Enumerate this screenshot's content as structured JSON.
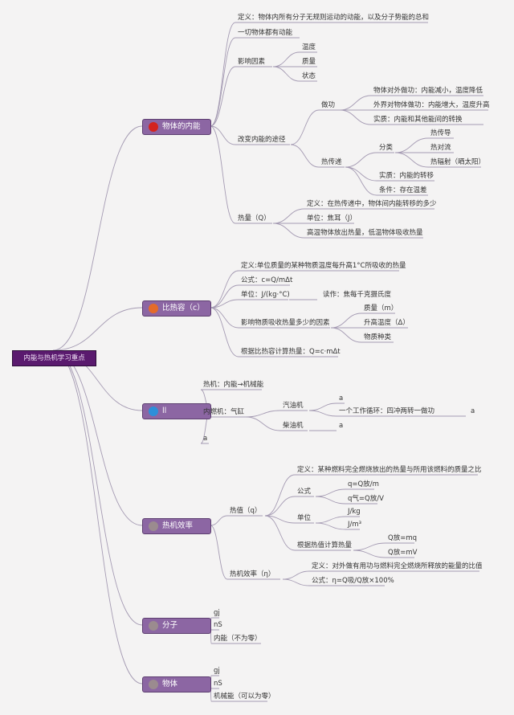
{
  "root": "内能与热机学习重点",
  "colors": {
    "line": "#a59bb3",
    "topic_bg": "#8c66a3",
    "root_bg": "#5a1a6e",
    "icon_red": "#d4241f",
    "icon_orange": "#e46b2a",
    "icon_blue": "#2e8fd9",
    "icon_gray": "#9b8b8f"
  },
  "topics": {
    "neineng": "物体的内能",
    "birerong": "比热容（c）",
    "reji": "ll",
    "xiaolv": "热机效率",
    "fenzi": "分子",
    "wuti": "物体"
  },
  "neineng": {
    "def1": "定义：物体内所有分子无规则运动的动能，以及分子势能的总和",
    "def2": "一切物体都有动能",
    "factors": "影响因素",
    "f_temp": "温度",
    "f_mass": "质量",
    "f_state": "状态",
    "ways": "改变内能的途径",
    "work": "做功",
    "work_out": "物体对外做功：内能减小，温度降低",
    "work_in": "外界对物体做功：内能增大，温度升高",
    "work_essence": "实质：内能和其他能间的转换",
    "transfer": "热传递",
    "classify": "分类",
    "conduction": "热传导",
    "convection": "热对流",
    "radiation": "热辐射（晒太阳）",
    "transfer_essence": "实质：内能的转移",
    "condition": "条件：存在温差",
    "heat": "热量（Q）",
    "heat_def": "定义：在热传递中，物体间内能转移的多少",
    "heat_unit": "单位：焦耳（J）",
    "heat_rule": "高温物体放出热量，低温物体吸收热量"
  },
  "birerong": {
    "def": "定义:单位质量的某种物质温度每升高1°C所吸收的热量",
    "formula": "公式：c=Q/mΔt",
    "unit": "单位：J/(kg·°C)",
    "read": "读作：焦每千克摄氏度",
    "factors": "影响物质吸收热量多少的因素",
    "mass": "质量（m）",
    "rise": "升高温度（Δ）",
    "kind": "物质种类",
    "calc": "根据比热容计算热量：Q=c·mΔt"
  },
  "reji": {
    "engine": "热机：内能→机械能",
    "ice": "内燃机：气缸",
    "petrol": "汽油机",
    "petrol_a": "a",
    "cycle": "一个工作循环：四冲两转一做功",
    "cycle_a": "a",
    "diesel": "柴油机",
    "diesel_a": "a",
    "extra": "a"
  },
  "xiaolv": {
    "calorific": "热值（q）",
    "cdef": "定义：某种燃料完全燃烧放出的热量与所用该燃料的质量之比",
    "formula": "公式",
    "f1": "q=Q放/m",
    "f2": "q气=Q放/V",
    "unit": "单位",
    "u1": "J/kg",
    "u2": "J/m³",
    "calc": "根据热值计算热量",
    "c1": "Q放=mq",
    "c2": "Q放=mV",
    "eff": "热机效率（η）",
    "edef": "定义：对外做有用功与燃料完全燃烧所释放的能量的比值",
    "eformula": "公式：η=Q吸/Q放×100%"
  },
  "fenzi": {
    "a": "gj",
    "b": "nS",
    "c": "内能（不为零）"
  },
  "wuti": {
    "a": "gj",
    "b": "nS",
    "c": "机械能（可以为零）"
  }
}
